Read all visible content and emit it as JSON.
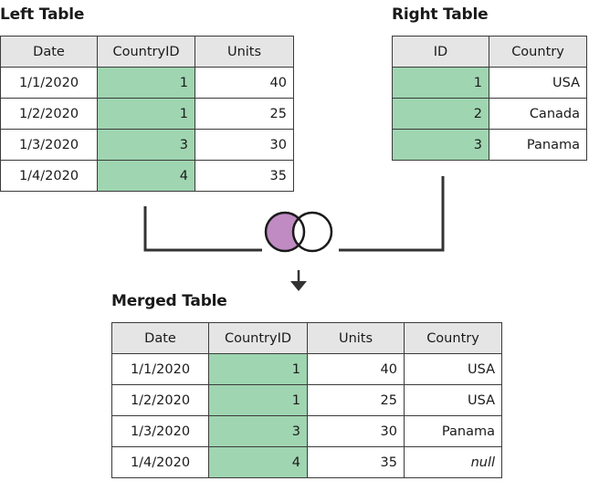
{
  "left_table": {
    "title": "Left Table",
    "headers": [
      "Date",
      "CountryID",
      "Units"
    ],
    "rows": [
      [
        "1/1/2020",
        "1",
        "40"
      ],
      [
        "1/2/2020",
        "1",
        "25"
      ],
      [
        "1/3/2020",
        "3",
        "30"
      ],
      [
        "1/4/2020",
        "4",
        "35"
      ]
    ]
  },
  "right_table": {
    "title": "Right Table",
    "headers": [
      "ID",
      "Country"
    ],
    "rows": [
      [
        "1",
        "USA"
      ],
      [
        "2",
        "Canada"
      ],
      [
        "3",
        "Panama"
      ]
    ]
  },
  "merged_table": {
    "title": "Merged Table",
    "headers": [
      "Date",
      "CountryID",
      "Units",
      "Country"
    ],
    "rows": [
      [
        "1/1/2020",
        "1",
        "40",
        "USA"
      ],
      [
        "1/2/2020",
        "1",
        "25",
        "USA"
      ],
      [
        "1/3/2020",
        "3",
        "30",
        "Panama"
      ],
      [
        "1/4/2020",
        "4",
        "35",
        "null"
      ]
    ]
  },
  "join_icon": "left-outer-join-venn-icon",
  "colors": {
    "key_highlight": "#9fd5b1",
    "venn_fill": "#c08bc3",
    "header_bg": "#e5e5e5",
    "line": "#333333"
  }
}
